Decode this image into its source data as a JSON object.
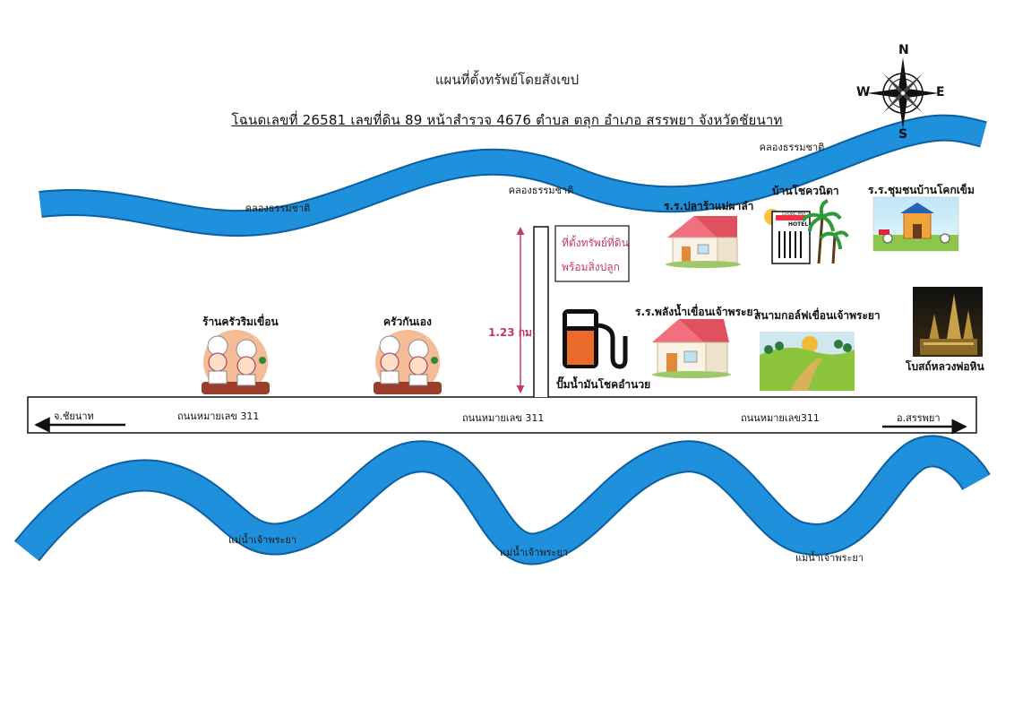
{
  "header": {
    "title": "แผนที่ตั้งทรัพย์โดยสังเขป",
    "deed_line": "โฉนดเลขที่  26581   เลขที่ดิน 89   หน้าสำรวจ 4676   ตำบล ตลุก    อำเภอ สรรพยา   จังหวัดชัยนาท"
  },
  "compass": {
    "n": "N",
    "s": "S",
    "e": "E",
    "w": "W"
  },
  "canal": {
    "label_1": "คลองธรรมชาติ",
    "label_2": "คลองธรรมชาติ",
    "label_3": "คลองธรรมชาติ"
  },
  "river": {
    "label_1": "แม่น้ำเจ้าพระยา",
    "label_2": "แม่น้ำเจ้าพระยา",
    "label_3": "แม่น้ำเจ้าพระยา"
  },
  "road": {
    "label_left": "ถนนหมายเลข 311",
    "label_center": "ถนนหมายเลข 311",
    "label_right": "ถนนหมายเลข311",
    "dest_left": "จ.ชัยนาท",
    "dest_right": "อ.สรรพยา"
  },
  "property": {
    "line_1": "ที่ตั้งทรัพย์ที่ดิน",
    "line_2": "พร้อมสิ่งปลูก",
    "distance": "1.23 กม."
  },
  "landmarks": {
    "school_1": "ร.ร.ปลาร้าแม่ผาลำ",
    "hotel": "บ้านโชควนิดา",
    "school_2": "ร.ร.ชุมชนบ้านโคกเข็ม",
    "restaurant_1": "ร้านครัวริมเขื่อน",
    "restaurant_2": "ครัวกันเอง",
    "gas_station": "ปั๊มน้ำมันโชคอำนวย",
    "school_3": "ร.ร.พลังน้ำเขื่อนเจ้าพระยา",
    "golf": "สนามกอล์ฟเขื่อนเจ้าพระยา",
    "temple": "โบสถ์หลวงพ่อหิน",
    "hotel_sign_1": "CHOKE-PRA",
    "hotel_sign_2": "HOTEL"
  },
  "colors": {
    "water": "#1e90dc",
    "water_edge": "#0d5fa0",
    "accent_pink": "#c03a6e",
    "roof": "#e0505e",
    "gas": "#e96a2a"
  }
}
